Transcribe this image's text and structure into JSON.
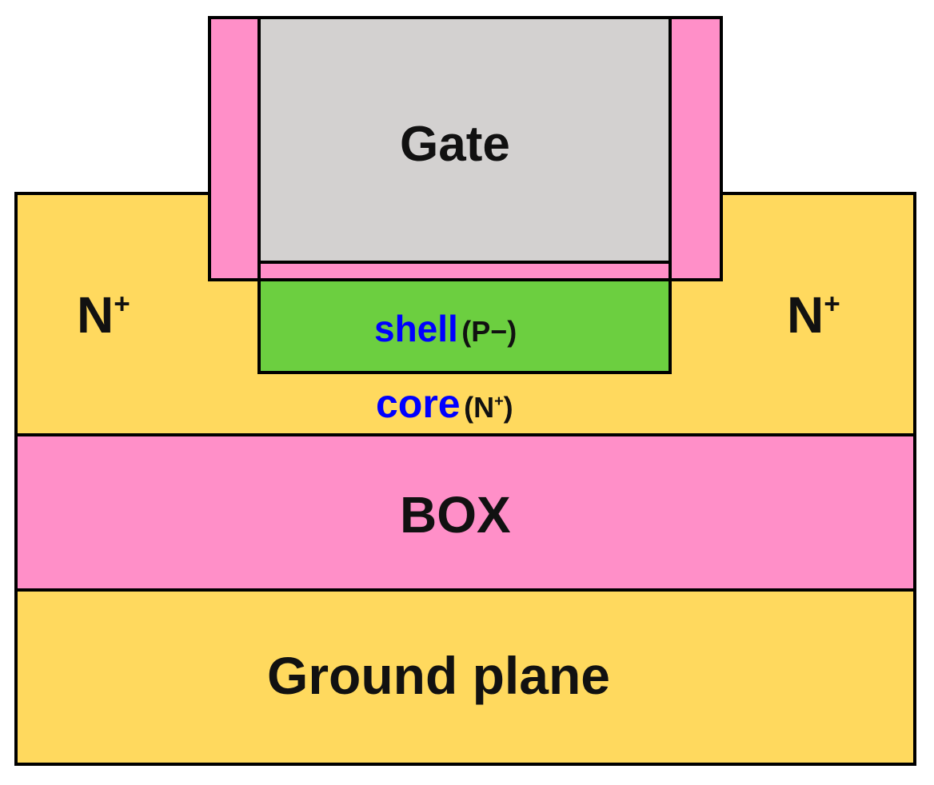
{
  "colors": {
    "doped_region": "#FFD95E",
    "oxide": "#FF8FC8",
    "gate": "#D3D1D0",
    "shell": "#6CCF40",
    "outline": "#000000",
    "label_blue": "#0000FF",
    "label_dark": "#111111"
  },
  "labels": {
    "gate": "Gate",
    "source": {
      "main": "N",
      "sup": "+"
    },
    "drain": {
      "main": "N",
      "sup": "+"
    },
    "shell": {
      "name": "shell",
      "doping": "(P−)"
    },
    "core": {
      "name": "core",
      "doping_prefix": "(N",
      "doping_sup": "+",
      "doping_suffix": ")"
    },
    "box": "BOX",
    "ground_plane": "Ground plane"
  }
}
